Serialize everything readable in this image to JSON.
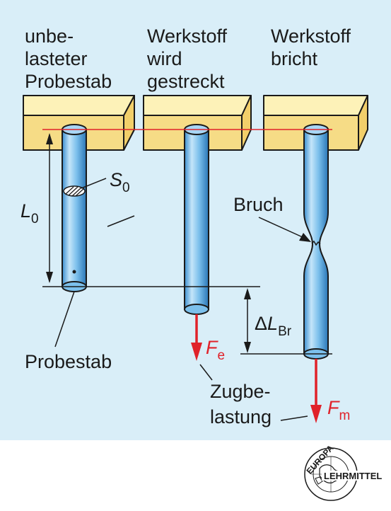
{
  "stages": [
    {
      "lines": [
        "unbe-",
        "lasteter",
        "Probestab"
      ]
    },
    {
      "lines": [
        "Werkstoff",
        "wird",
        "gestreckt"
      ]
    },
    {
      "lines": [
        "Werkstoff",
        "bricht"
      ]
    }
  ],
  "labels": {
    "L0": {
      "main": "L",
      "sub": "0"
    },
    "S0": {
      "main": "S",
      "sub": "0"
    },
    "dLBr": {
      "delta": "Δ",
      "main": "L",
      "sub": "Br"
    },
    "Fe": {
      "main": "F",
      "sub": "e"
    },
    "Fm": {
      "main": "F",
      "sub": "m"
    },
    "bruch": "Bruch",
    "probestab": "Probestab",
    "zugbelastung": [
      "Zugbe-",
      "lastung"
    ]
  },
  "logo": {
    "top": "EUROPA",
    "bottom": "LEHRMITTEL"
  },
  "colors": {
    "panel": "#d9eef8",
    "clamp_top": "#fdf2b8",
    "clamp_front": "#f6dc86",
    "rod_light": "#bfe1f7",
    "rod_mid": "#6bb5e8",
    "rod_dark": "#2d7fc0",
    "force": "#e0222a",
    "ref_line": "#e0222a",
    "text": "#1a1a1a"
  }
}
